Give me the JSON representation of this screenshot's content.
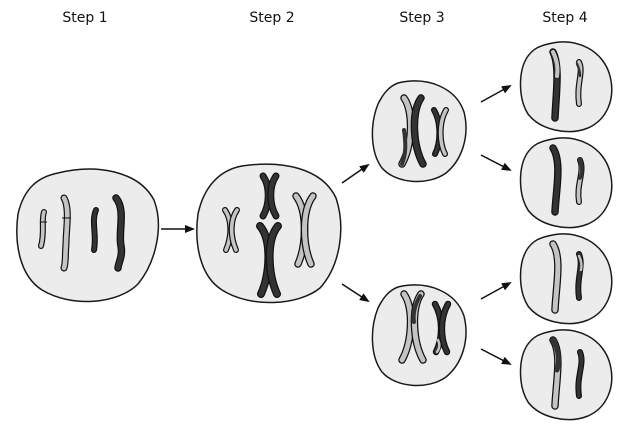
{
  "steps": [
    {
      "label": "Step 1"
    },
    {
      "label": "Step 2"
    },
    {
      "label": "Step 3"
    },
    {
      "label": "Step 4"
    }
  ],
  "colors": {
    "cell_fill": "#ececec",
    "cell_stroke": "#1a1a1a",
    "chromosome_light": "#c4c4c4",
    "chromosome_dark": "#333333",
    "chromosome_stroke": "#111111",
    "arrow": "#111111"
  }
}
